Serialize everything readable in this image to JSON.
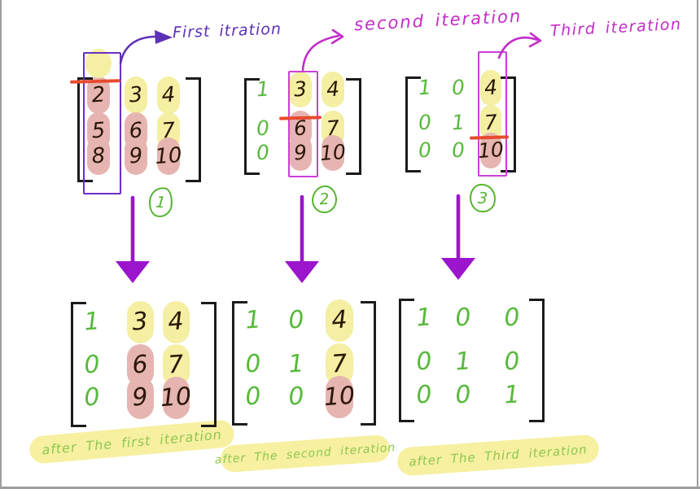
{
  "colors": {
    "ink_dark": "#2b1607",
    "ink_green": "#58b93c",
    "caption_green": "#8fc653",
    "label_purple": "#5c31b5",
    "label_magenta": "#c32cc8",
    "box_purple": "#6a2fc4",
    "box_magenta": "#cb3fd9",
    "big_arrow": "#9a15cc",
    "step_green": "#55b42e",
    "red_line": "#e74b2f",
    "hl_yellow": "#f4efa2",
    "hl_pink": "#e6b5b1",
    "caption_band": "#f6f0a0",
    "bracket": "#1b1b1b",
    "edge_gray": "#9e9e9e"
  },
  "iteration_labels": [
    {
      "text": "First itration"
    },
    {
      "text": "second iteration"
    },
    {
      "text": "Third iteration"
    }
  ],
  "step_numbers": [
    "1",
    "2",
    "3"
  ],
  "matrices": [
    {
      "id": "m1",
      "name": "matrix-iteration-1",
      "cells": [
        [
          {
            "v": "2",
            "ink": "dark",
            "hl": "pink"
          },
          {
            "v": "3",
            "ink": "dark",
            "hl": "yellow"
          },
          {
            "v": "4",
            "ink": "dark",
            "hl": "yellow"
          }
        ],
        [
          {
            "v": "5",
            "ink": "dark",
            "hl": "pink"
          },
          {
            "v": "6",
            "ink": "dark",
            "hl": "pink"
          },
          {
            "v": "7",
            "ink": "dark",
            "hl": "yellow"
          }
        ],
        [
          {
            "v": "8",
            "ink": "dark",
            "hl": "pink"
          },
          {
            "v": "9",
            "ink": "dark",
            "hl": "pink"
          },
          {
            "v": "10",
            "ink": "dark",
            "hl": "pink"
          }
        ]
      ],
      "box_col": 0,
      "box_color": "purple",
      "red_line_above_row": 0,
      "yellow_blob_above_col": 0
    },
    {
      "id": "m2",
      "name": "matrix-iteration-2",
      "cells": [
        [
          {
            "v": "1",
            "ink": "green"
          },
          {
            "v": "3",
            "ink": "dark",
            "hl": "yellow"
          },
          {
            "v": "4",
            "ink": "dark",
            "hl": "yellow"
          }
        ],
        [
          {
            "v": "0",
            "ink": "green"
          },
          {
            "v": "6",
            "ink": "dark",
            "hl": "pink"
          },
          {
            "v": "7",
            "ink": "dark",
            "hl": "yellow"
          }
        ],
        [
          {
            "v": "0",
            "ink": "green"
          },
          {
            "v": "9",
            "ink": "dark",
            "hl": "pink"
          },
          {
            "v": "10",
            "ink": "dark",
            "hl": "pink"
          }
        ]
      ],
      "box_col": 1,
      "box_color": "magenta",
      "red_line_above_row": 1
    },
    {
      "id": "m3",
      "name": "matrix-iteration-3",
      "cells": [
        [
          {
            "v": "1",
            "ink": "green"
          },
          {
            "v": "0",
            "ink": "green"
          },
          {
            "v": "4",
            "ink": "dark",
            "hl": "yellow"
          }
        ],
        [
          {
            "v": "0",
            "ink": "green"
          },
          {
            "v": "1",
            "ink": "green"
          },
          {
            "v": "7",
            "ink": "dark",
            "hl": "yellow"
          }
        ],
        [
          {
            "v": "0",
            "ink": "green"
          },
          {
            "v": "0",
            "ink": "green"
          },
          {
            "v": "10",
            "ink": "dark",
            "hl": "pink"
          }
        ]
      ],
      "box_col": 2,
      "box_color": "magenta",
      "red_line_above_row": 2
    },
    {
      "id": "m4",
      "name": "matrix-after-first-iteration",
      "cells": [
        [
          {
            "v": "1",
            "ink": "green"
          },
          {
            "v": "3",
            "ink": "dark",
            "hl": "yellow"
          },
          {
            "v": "4",
            "ink": "dark",
            "hl": "yellow"
          }
        ],
        [
          {
            "v": "0",
            "ink": "green"
          },
          {
            "v": "6",
            "ink": "dark",
            "hl": "pink"
          },
          {
            "v": "7",
            "ink": "dark",
            "hl": "yellow"
          }
        ],
        [
          {
            "v": "0",
            "ink": "green"
          },
          {
            "v": "9",
            "ink": "dark",
            "hl": "pink"
          },
          {
            "v": "10",
            "ink": "dark",
            "hl": "pink"
          }
        ]
      ]
    },
    {
      "id": "m5",
      "name": "matrix-after-second-iteration",
      "cells": [
        [
          {
            "v": "1",
            "ink": "green"
          },
          {
            "v": "0",
            "ink": "green"
          },
          {
            "v": "4",
            "ink": "dark",
            "hl": "yellow"
          }
        ],
        [
          {
            "v": "0",
            "ink": "green"
          },
          {
            "v": "1",
            "ink": "green"
          },
          {
            "v": "7",
            "ink": "dark",
            "hl": "yellow"
          }
        ],
        [
          {
            "v": "0",
            "ink": "green"
          },
          {
            "v": "0",
            "ink": "green"
          },
          {
            "v": "10",
            "ink": "dark",
            "hl": "pink"
          }
        ]
      ]
    },
    {
      "id": "m6",
      "name": "matrix-after-third-iteration",
      "cells": [
        [
          {
            "v": "1",
            "ink": "green"
          },
          {
            "v": "0",
            "ink": "green"
          },
          {
            "v": "0",
            "ink": "green"
          }
        ],
        [
          {
            "v": "0",
            "ink": "green"
          },
          {
            "v": "1",
            "ink": "green"
          },
          {
            "v": "0",
            "ink": "green"
          }
        ],
        [
          {
            "v": "0",
            "ink": "green"
          },
          {
            "v": "0",
            "ink": "green"
          },
          {
            "v": "1",
            "ink": "green"
          }
        ]
      ]
    }
  ],
  "captions": [
    {
      "text": "after The first iteration"
    },
    {
      "text": "after The second iteration"
    },
    {
      "text": "after The Third iteration"
    }
  ]
}
